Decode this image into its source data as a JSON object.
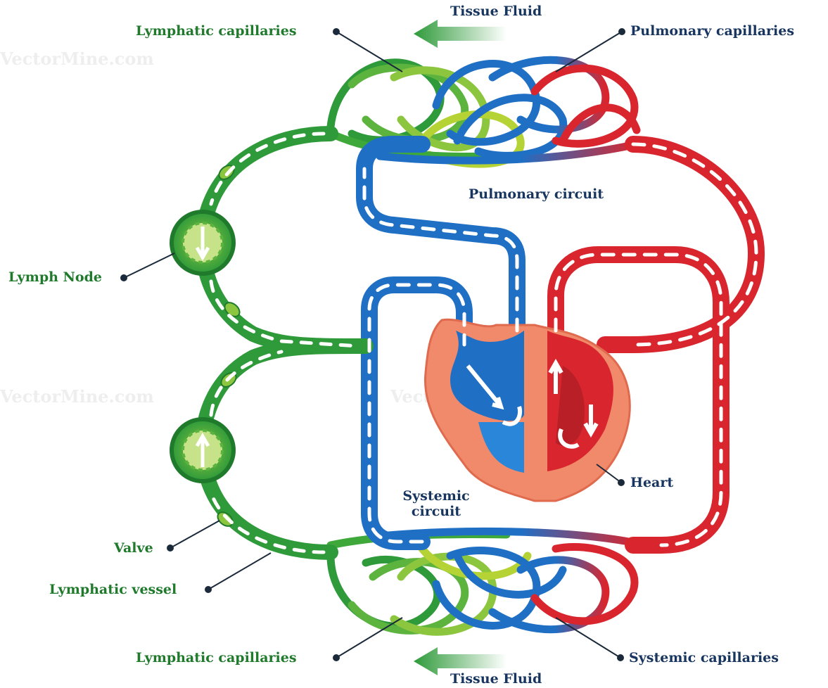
{
  "labels": {
    "tissue_fluid_top": "Tissue Fluid",
    "tissue_fluid_bottom": "Tissue Fluid",
    "lymphatic_capillaries_top": "Lymphatic capillaries",
    "lymphatic_capillaries_bottom": "Lymphatic capillaries",
    "pulmonary_capillaries": "Pulmonary capillaries",
    "systemic_capillaries": "Systemic capillaries",
    "pulmonary_circuit": "Pulmonary circuit",
    "systemic_circuit_line1": "Systemic",
    "systemic_circuit_line2": "circuit",
    "lymph_node": "Lymph Node",
    "valve": "Valve",
    "lymphatic_vessel": "Lymphatic vessel",
    "heart": "Heart"
  },
  "watermark": "VectorMine.com",
  "colors": {
    "lymph_green": "#2e9a3a",
    "lymph_light": "#8cc63f",
    "oxygen_poor_blue": "#1f6fc5",
    "oxygen_rich_red": "#d9262e",
    "heart_orange": "#f08a6a",
    "label_green": "#1f7a2c",
    "label_navy": "#17355e"
  }
}
